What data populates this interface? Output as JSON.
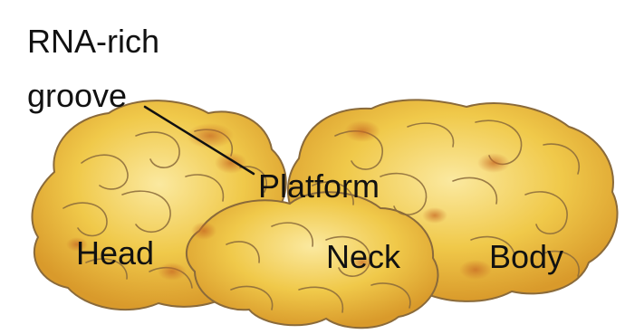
{
  "labels": {
    "groove_line1": "RNA-rich",
    "groove_line2": "groove",
    "platform": "Platform",
    "head": "Head",
    "neck": "Neck",
    "body": "Body"
  },
  "colors": {
    "lobe_base": "#f0c94a",
    "lobe_highlight": "#fbe9a0",
    "lobe_shadow": "#d99a2b",
    "lobe_outline": "#8a6a3a",
    "hotspot": "#c86a24",
    "text": "#111111"
  },
  "icons": {
    "ribosome_subunit": "ribosome-small-subunit-illustration",
    "leader_line": "callout-leader-line"
  }
}
